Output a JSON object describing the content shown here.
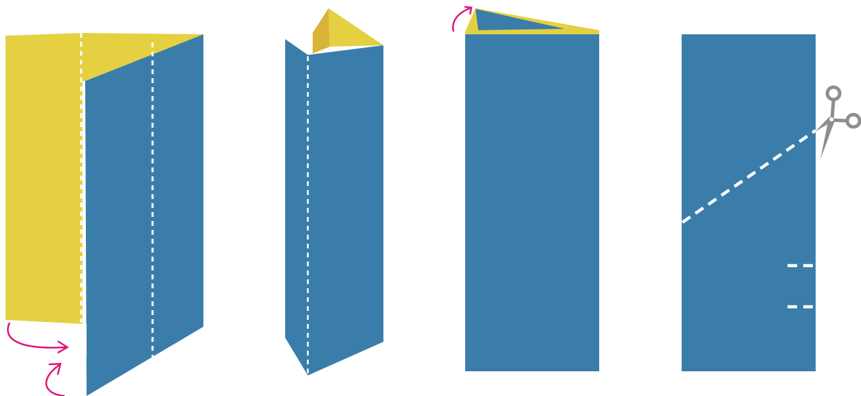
{
  "steps": [
    {
      "step": 1,
      "action": "fold-paper-into-thirds",
      "fold_arrows": 2
    },
    {
      "step": 2,
      "action": "stand-folded-paper-as-prism",
      "fold_arrows": 0
    },
    {
      "step": 3,
      "action": "flatten-folded-paper",
      "fold_arrows": 1
    },
    {
      "step": 4,
      "action": "cut-along-dashed-lines",
      "cut_lines": 3
    }
  ],
  "icons": [
    "curved-arrow-icon",
    "scissors-icon"
  ],
  "colors": {
    "paper_front": "#3a7dab",
    "paper_back": "#e4d041",
    "paper_back_shadow": "#d9b43a",
    "fold_line": "#ffffff",
    "arrow": "#e0147a",
    "scissors": "#8e8e8e",
    "background": "#ffffff"
  }
}
